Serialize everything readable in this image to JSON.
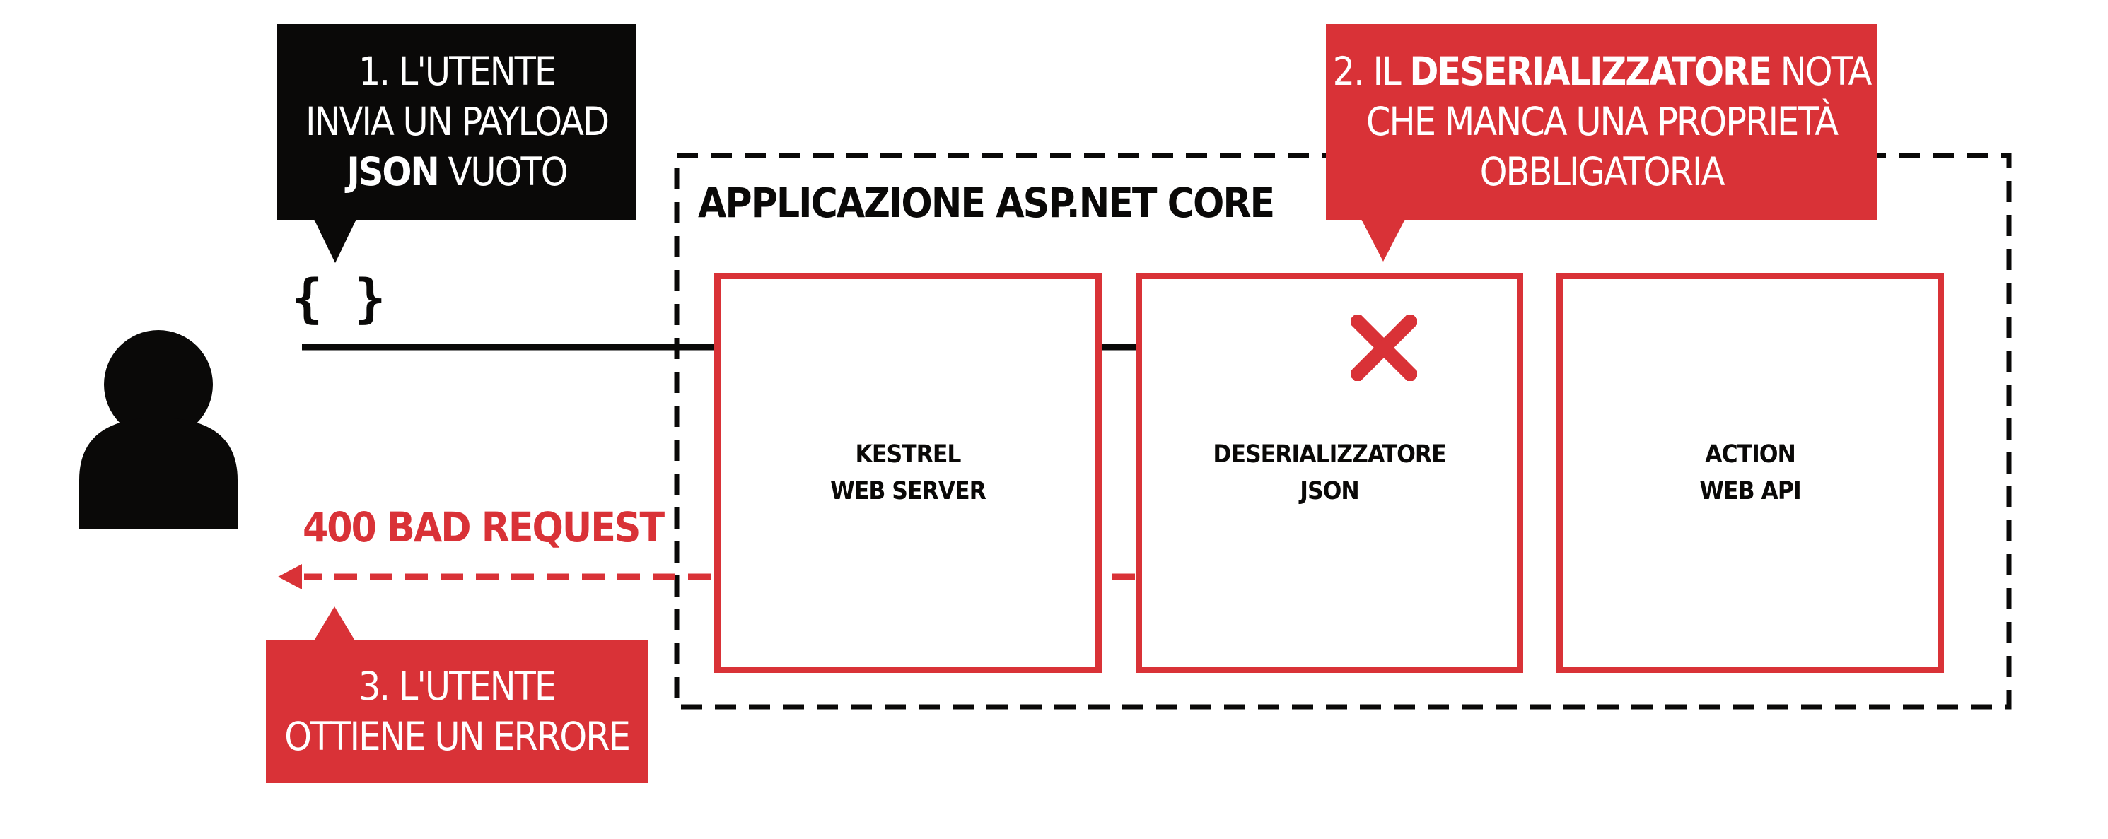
{
  "callouts": {
    "user_sends": {
      "lines": [
        "1. L'UTENTE",
        "INVIA UN PAYLOAD"
      ],
      "bold": "JSON",
      "rest": " VUOTO"
    },
    "deserializer_notes": {
      "prefix": "2. IL ",
      "bold": "DESERIALIZZATORE",
      "suffix": " NOTA",
      "lines": [
        "CHE MANCA UNA PROPRIETÀ",
        "OBBLIGATORIA"
      ]
    },
    "user_gets_error": {
      "lines": [
        "3. L'UTENTE",
        "OTTIENE UN ERRORE"
      ]
    }
  },
  "app": {
    "title": "APPLICAZIONE ASP.NET CORE",
    "components": [
      {
        "lines": [
          "KESTREL",
          "WEB SERVER"
        ]
      },
      {
        "lines": [
          "DESERIALIZZATORE",
          "JSON"
        ]
      },
      {
        "lines": [
          "ACTION",
          "WEB API"
        ]
      }
    ]
  },
  "payload": "{ }",
  "response": "400 BAD REQUEST",
  "icons": {
    "user": "user-silhouette-icon",
    "error": "error-x-icon"
  },
  "colors": {
    "ink": "#0a0908",
    "accent": "#d93237",
    "background": "#ffffff"
  }
}
